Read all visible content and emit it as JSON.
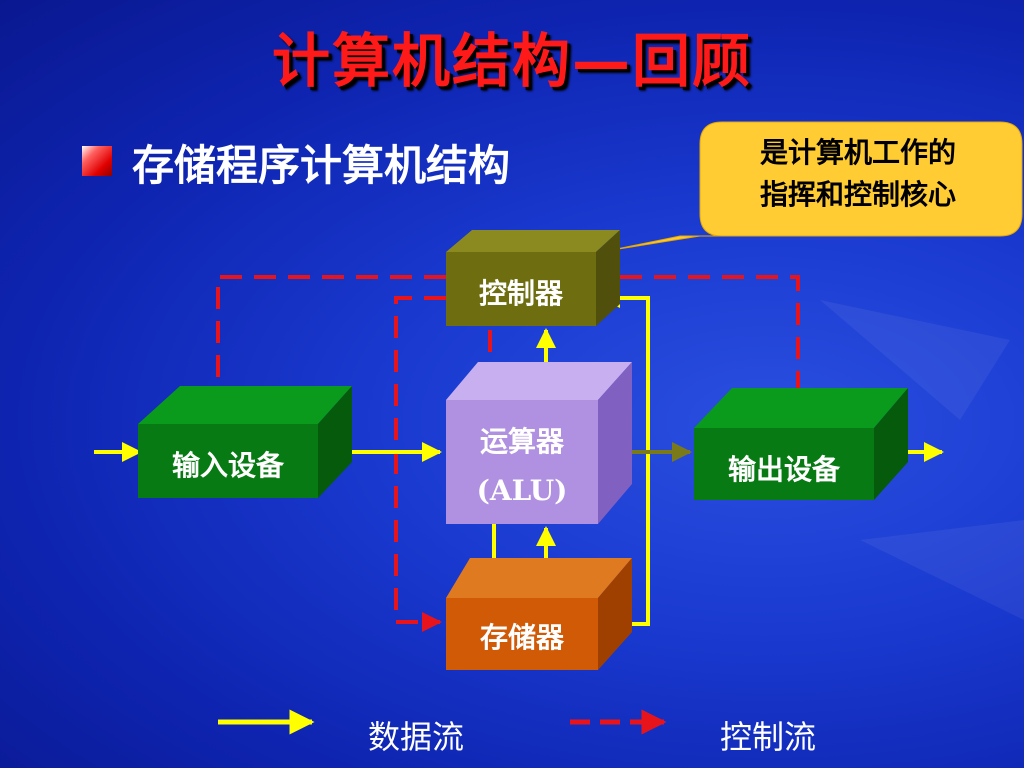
{
  "slide": {
    "title": "计算机结构—回顾",
    "bullet": "存储程序计算机结构",
    "callout_line1": "是计算机工作的",
    "callout_line2": "指挥和控制核心"
  },
  "components": {
    "controller": "控制器",
    "alu_line1": "运算器",
    "alu_line2": "(ALU)",
    "memory": "存储器",
    "input_device": "输入设备",
    "output_device": "输出设备"
  },
  "legend": {
    "data_flow": "数据流",
    "control_flow": "控制流"
  },
  "colors": {
    "title": "#ff1a1a",
    "data_flow": "#ffff00",
    "control_flow": "#e8141c",
    "controller_box": "#6e6e10",
    "alu_box": "#b090e0",
    "memory_box": "#d05a06",
    "io_box": "#077a14",
    "callout": "#ffcc33"
  }
}
